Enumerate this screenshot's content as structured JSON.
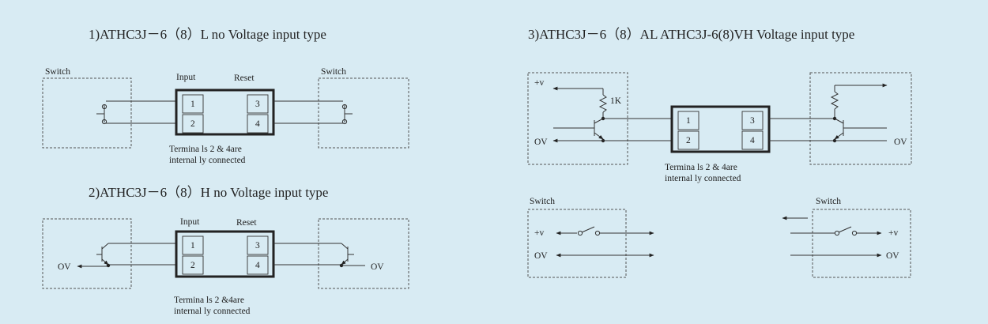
{
  "d1": {
    "title": "1)ATHC3J－6（8）L  no Voltage input type",
    "switch_left": "Switch",
    "switch_right": "Switch",
    "input_label": "Input",
    "reset_label": "Reset",
    "t1": "1",
    "t2": "2",
    "t3": "3",
    "t4": "4",
    "note_line1": "Termina ls 2 & 4are",
    "note_line2": "internal ly connected"
  },
  "d2": {
    "title": "2)ATHC3J－6（8）H  no Voltage input type",
    "input_label": "Input",
    "reset_label": "Reset",
    "t1": "1",
    "t2": "2",
    "t3": "3",
    "t4": "4",
    "ov_left": "OV",
    "ov_right": "OV",
    "note_line1": "Termina ls 2 &4are",
    "note_line2": "internal ly connected"
  },
  "d3": {
    "title": "3)ATHC3J－6（8）AL  ATHC3J-6(8)VH Voltage input type",
    "plus_v": "+v",
    "resistor": "1K",
    "ov_left": "OV",
    "ov_right": "OV",
    "t1": "1",
    "t2": "2",
    "t3": "3",
    "t4": "4",
    "note_line1": "Termina ls 2 & 4are",
    "note_line2": "internal ly connected",
    "switch_left": "Switch",
    "switch_right": "Switch",
    "sw_plus_v_left": "+v",
    "sw_ov_left": "OV",
    "sw_plus_v_right": "+v",
    "sw_ov_right": "OV"
  }
}
